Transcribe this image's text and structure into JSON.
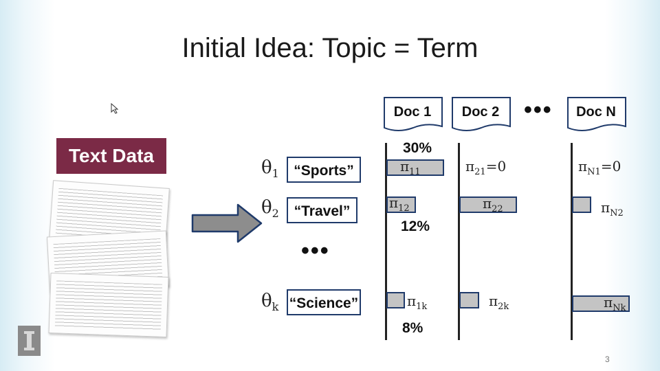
{
  "slide": {
    "title": "Initial Idea: Topic = Term",
    "text_data_label": "Text Data",
    "ellipsis": "•••",
    "slide_number": "3"
  },
  "documents": [
    {
      "label": "Doc 1"
    },
    {
      "label": "Doc 2"
    },
    {
      "label": "Doc N"
    }
  ],
  "topics": [
    {
      "theta": "θ",
      "sub": "1",
      "label": "“Sports”"
    },
    {
      "theta": "θ",
      "sub": "2",
      "label": "“Travel”"
    },
    {
      "theta": "θ",
      "sub": "k",
      "label": "“Science”"
    }
  ],
  "coverage": {
    "doc1": {
      "sports": {
        "pi": "π",
        "sub": "11",
        "pct": "30%",
        "value": 0.3
      },
      "travel": {
        "pi": "π",
        "sub": "12",
        "pct": "12%",
        "value": 0.12
      },
      "science": {
        "pi": "π",
        "sub": "1k",
        "pct": "8%",
        "value": 0.08
      }
    },
    "doc2": {
      "sports": {
        "pi": "π",
        "sub": "21",
        "suffix": "=0"
      },
      "travel": {
        "pi": "π",
        "sub": "22"
      },
      "science": {
        "pi": "π",
        "sub": "2k"
      }
    },
    "docN": {
      "sports": {
        "pi": "π",
        "sub": "N1",
        "suffix": "=0"
      },
      "travel": {
        "pi": "π",
        "sub": "N2"
      },
      "science": {
        "pi": "π",
        "sub": "Nk"
      }
    }
  },
  "colors": {
    "text_data_bg": "#7b2a46",
    "bar_fill": "#c4c4c4",
    "bar_border": "#1f3a6a",
    "arrow_fill": "#8d8d8d"
  }
}
